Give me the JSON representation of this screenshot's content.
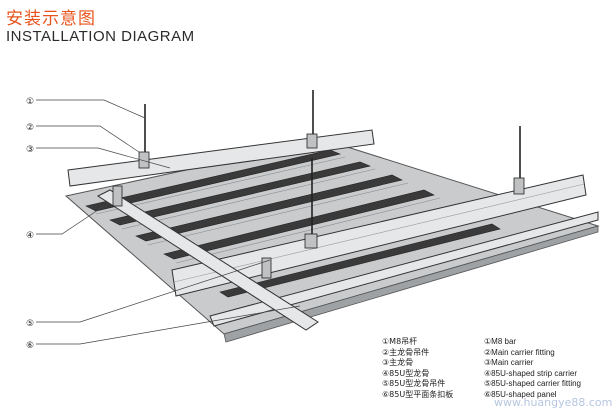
{
  "header": {
    "title_cn": "安装示意图",
    "title_en": "INSTALLATION DIAGRAM"
  },
  "callouts": [
    "①",
    "②",
    "③",
    "④",
    "⑤",
    "⑥"
  ],
  "legend": [
    {
      "cn": "①M8吊杆",
      "en": "①M8 bar"
    },
    {
      "cn": "②主龙骨吊件",
      "en": "②Main carrier fitting"
    },
    {
      "cn": "③主龙骨",
      "en": "③Main carrier"
    },
    {
      "cn": "④85U型龙骨",
      "en": "④85U-shaped strip carrier"
    },
    {
      "cn": "⑤85U型龙骨吊件",
      "en": "⑤85U-shaped carrier fitting"
    },
    {
      "cn": "⑥85U型平面条扣板",
      "en": "⑥85U-shaped panel"
    }
  ],
  "watermark": "www.huangye88.com",
  "colors": {
    "title_accent": "#e8541c",
    "panel_fill": "#c9cbcd",
    "panel_shadow": "#9fa2a5",
    "carrier_fill": "#e6e7e8",
    "line": "#333333"
  }
}
